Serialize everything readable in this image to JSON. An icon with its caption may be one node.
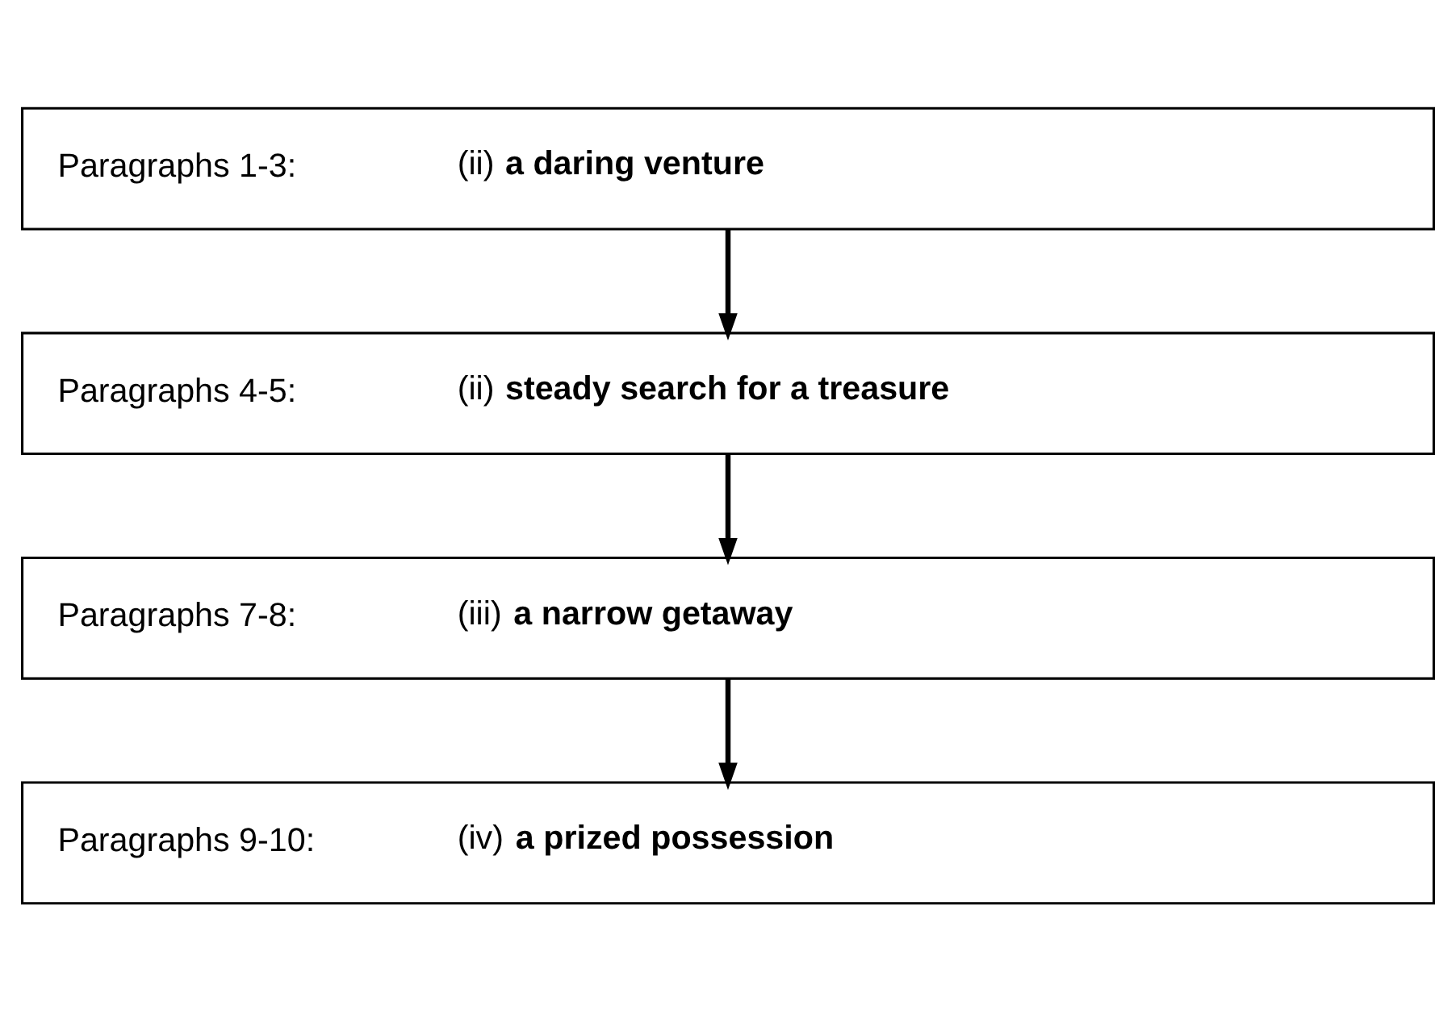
{
  "diagram": {
    "nodes": [
      {
        "text": [
          "Paragraphs 1-3:",
          "(ii) **a daring venture**"
        ]
      },
      {
        "text": [
          "Paragraphs 4-5:",
          "(ii) **steady search for a treasure**"
        ]
      },
      {
        "text": [
          "Paragraphs 7-8:",
          "(iii) **a narrow getaway**"
        ]
      },
      {
        "text": [
          "Paragraphs 9-10:",
          "(iv) **a prized possession**"
        ]
      }
    ],
    "edges": [
      {
        "from": 0,
        "to": 1,
        "arrow": "to"
      },
      {
        "from": 1,
        "to": 2,
        "arrow": "to"
      },
      {
        "from": 2,
        "to": 3,
        "arrow": "to"
      }
    ]
  }
}
